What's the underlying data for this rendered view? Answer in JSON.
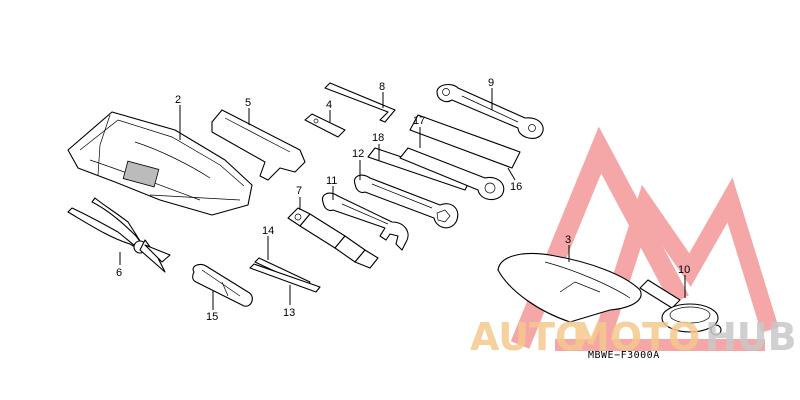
{
  "diagram": {
    "labels": {
      "p2": "2",
      "p3": "3",
      "p4": "4",
      "p5": "5",
      "p6": "6",
      "p7": "7",
      "p8": "8",
      "p9": "9",
      "p10": "10",
      "p11": "11",
      "p12": "12",
      "p13": "13",
      "p14": "14",
      "p15": "15",
      "p16": "16",
      "p17": "17",
      "p18": "18"
    },
    "code": "MBWE−F3000A"
  },
  "watermark": {
    "text_auto": "AUTO",
    "text_moto": "MOTO",
    "text_hub": "HUB",
    "colors": {
      "logo": "#f28a8a",
      "auto": "#f5c98c",
      "moto": "#f5c98c",
      "hub": "#c8c8c8"
    }
  }
}
